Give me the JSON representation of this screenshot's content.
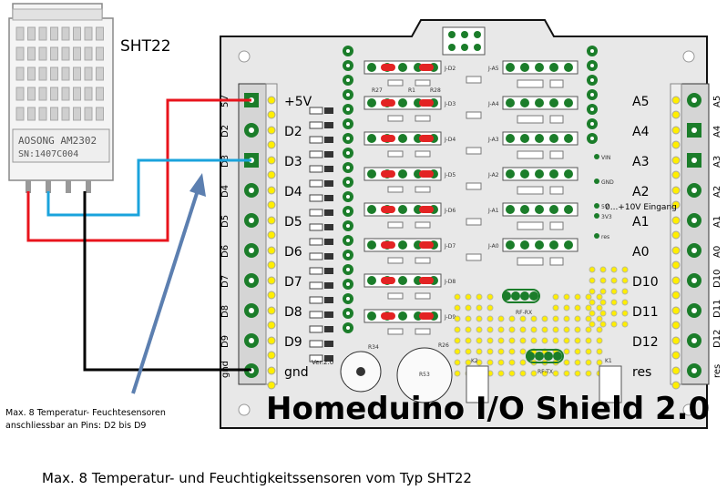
{
  "sensor": {
    "name": "SHT22",
    "brand_line1": "AOSONG AM2302",
    "brand_line2": "SN:1407C004"
  },
  "board": {
    "title": "Homeduino I/O Shield 2.0",
    "version": "Ver.2.0",
    "left_pins": [
      "+5V",
      "D2",
      "D3",
      "D4",
      "D5",
      "D6",
      "D7",
      "D8",
      "D9",
      "gnd"
    ],
    "left_vertical": [
      "5V",
      "D2",
      "D3",
      "D4",
      "D5",
      "D6",
      "D7",
      "D8",
      "D9",
      "gnd"
    ],
    "right_pins": [
      "A5",
      "A4",
      "A3",
      "A2",
      "A1",
      "A0",
      "D10",
      "D11",
      "D12",
      "res"
    ],
    "right_vertical": [
      "A5",
      "A4",
      "A3",
      "A2",
      "A1",
      "A0",
      "D10",
      "D11",
      "D12",
      "res"
    ],
    "input_note": "0...+10V Eingang",
    "jumper_labels": [
      "J-D2",
      "J-D3",
      "J-D4",
      "J-D5",
      "J-D6",
      "J-D7",
      "J-D8",
      "J-D9"
    ],
    "analog_jumpers": [
      "J-A5",
      "J-A4",
      "J-A3",
      "J-A2",
      "J-A1",
      "J-A0"
    ],
    "rf_labels": [
      "RF-RX",
      "RF-TX"
    ],
    "misc_labels": [
      "VIN",
      "GND",
      "5V",
      "3V3",
      "res",
      "K2",
      "K1",
      "R53",
      "R34",
      "R26",
      "R27",
      "R28",
      "R1"
    ]
  },
  "annotation": {
    "line1": "Max. 8 Temperatur- Feuchtesensoren",
    "line2": "anschliessbar an  Pins:    D2 bis D9"
  },
  "caption": "Max.  8 Temperatur- und Feuchtigkeitssensoren vom Typ SHT22",
  "colors": {
    "board": "#e9e9e9",
    "wire_red": "#e8141c",
    "wire_blue": "#1aa3dc",
    "wire_black": "#000000",
    "arrow": "#5c7fb0",
    "pad_green": "#1b7d2a",
    "led_red": "#e32323",
    "pin_yellow": "#ffee00"
  }
}
